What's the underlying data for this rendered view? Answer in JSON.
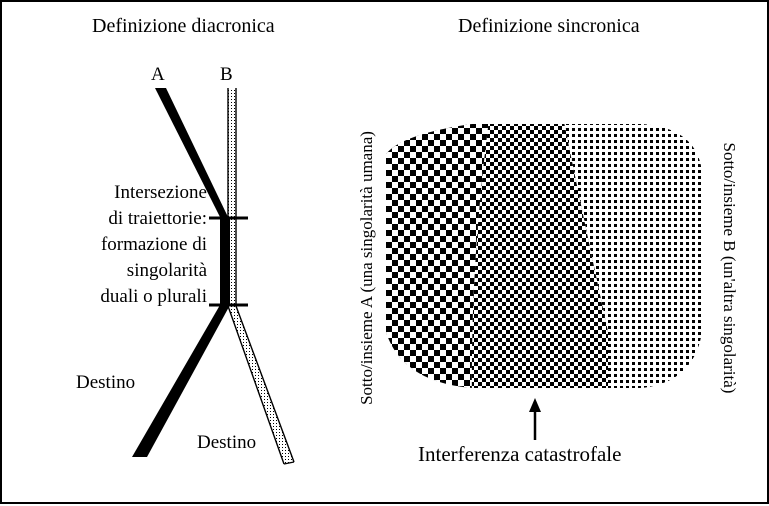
{
  "titles": {
    "left": "Definizione diacronica",
    "right": "Definizione sincronica"
  },
  "diachronic": {
    "trajectory_a_label": "A",
    "trajectory_b_label": "B",
    "intersection_lines": [
      "Intersezione",
      "di traiettorie:",
      "formazione di",
      "singolarità",
      "duali o plurali"
    ],
    "destiny_a": "Destino",
    "destiny_b": "Destino"
  },
  "synchronic": {
    "subset_a": "Sotto/insieme A (una singolarità umana)",
    "subset_b": "Sotto/insieme B (un'altra singolarità)",
    "interference": "Interferenza catastrofale"
  },
  "colors": {
    "ink": "#000000",
    "paper": "#ffffff"
  }
}
